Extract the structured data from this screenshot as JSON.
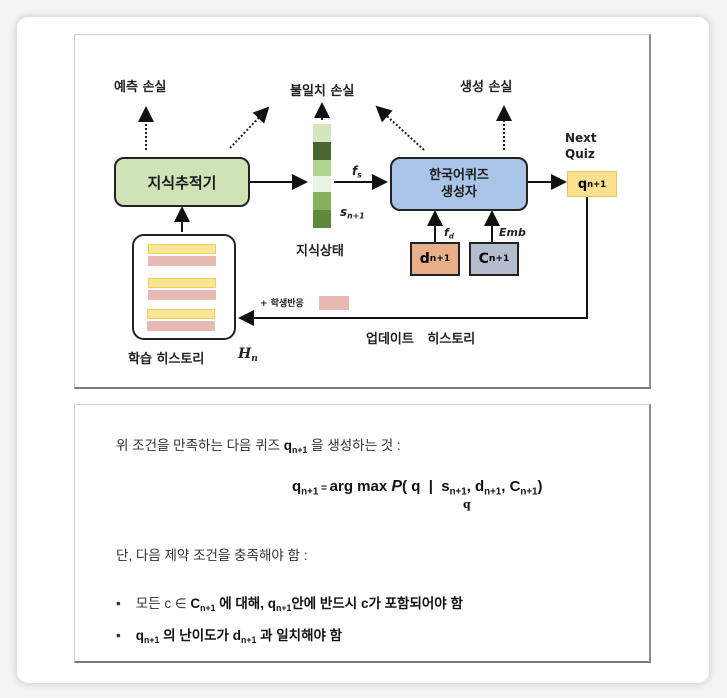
{
  "diagram": {
    "loss_labels": {
      "prediction": "예측 손실",
      "mismatch": "불일치 손실",
      "generation": "생성 손실"
    },
    "knowledge_tracer": "지식추적기",
    "knowledge_state_label": "지식상태",
    "fs_label": "f",
    "fs_sub": "s",
    "s_label": "s",
    "s_sub": "n+1",
    "generator_line1": "한국어퀴즈",
    "generator_line2": "생성자",
    "next_quiz_line1": "Next",
    "next_quiz_line2": "Quiz",
    "q_box": "q",
    "q_box_sub": "n+1",
    "fd_label": "f",
    "fd_sub": "d",
    "emb_label": "Emb",
    "d_box": "d",
    "d_box_sub": "n+1",
    "c_box": "C",
    "c_box_sub": "n+1",
    "student_response": "+ 학생반응",
    "update_history": "업데이트   히스토리",
    "learning_history": "학습   히스토리",
    "hn_label": "H",
    "hn_sub": "n",
    "colors": {
      "tracer_fill": "#cfe2b8",
      "generator_fill": "#a9c4e6",
      "q_fill": "#f8e08e",
      "d_fill": "#e8b08a",
      "c_fill": "#b3bdd0",
      "history_yellow": "#f8e596",
      "history_pink": "#e8b9b0",
      "state_cells": [
        "#d3e6bf",
        "#4a6630",
        "#b2d492",
        "#eaf3e0",
        "#86b05a",
        "#5f8a3e"
      ]
    }
  },
  "formula": {
    "intro_prefix": "위 조건을 만족하는 다음 퀴즈 ",
    "intro_q": "q",
    "intro_q_sub": "n+1",
    "intro_suffix": " 을 생성하는 것 :",
    "lhs": "q",
    "lhs_sub": "n+1",
    "eq": " = ",
    "argmax": "arg max ",
    "under": "q",
    "p": "P",
    "open": "( q  |  ",
    "s": "s",
    "s_sub": "n+1",
    "d": ", d",
    "d_sub": "n+1",
    "c": ", C",
    "c_sub": "n+1",
    "close": ")",
    "constraint_intro": "단, 다음 제약 조건을 충족해야 함 :",
    "bullet1_pre": "모든 c ∈ ",
    "bullet1_C": "C",
    "bullet1_C_sub": "n+1",
    "bullet1_mid": " 에 대해, ",
    "bullet1_q": "q",
    "bullet1_q_sub": "n+1",
    "bullet1_post": "안에 반드시 c가 포함되어야 함",
    "bullet2_q": "q",
    "bullet2_q_sub": "n+1",
    "bullet2_mid": " 의 난이도가 ",
    "bullet2_d": "d",
    "bullet2_d_sub": "n+1",
    "bullet2_post": " 과 일치해야 함",
    "bullet_glyph": "•"
  }
}
